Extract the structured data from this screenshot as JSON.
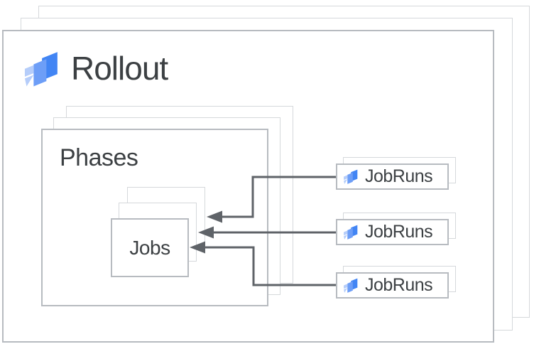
{
  "rollout": {
    "label": "Rollout"
  },
  "phases": {
    "label": "Phases"
  },
  "jobs": {
    "label": "Jobs"
  },
  "jobruns": [
    {
      "label": "JobRuns"
    },
    {
      "label": "JobRuns"
    },
    {
      "label": "JobRuns"
    }
  ],
  "icons": {
    "logo": "cloud-deploy-icon"
  },
  "colors": {
    "icon_blue_dark": "#4285F4",
    "icon_blue_mid": "#6D9EF7",
    "icon_blue_light": "#B5CDFA",
    "arrow": "#5F6368",
    "card_border": "#D5D8DB",
    "card_border_front": "#B7BBC0",
    "text": "#3C4043",
    "bg": "#FFFFFF"
  }
}
